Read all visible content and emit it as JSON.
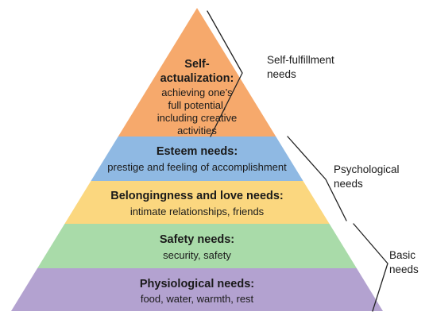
{
  "levels": [
    {
      "id": "self-actualization",
      "title_lines": [
        "Self-",
        "actualization:"
      ],
      "desc_lines": [
        "achieving one’s",
        "full potential,",
        "including creative",
        "activities"
      ],
      "color": "#F6A96C"
    },
    {
      "id": "esteem",
      "title_lines": [
        "Esteem needs:"
      ],
      "desc_lines": [
        "prestige and feeling of accomplishment"
      ],
      "color": "#8FB9E3"
    },
    {
      "id": "belongingness",
      "title_lines": [
        "Belongingness and love needs:"
      ],
      "desc_lines": [
        "intimate relationships, friends"
      ],
      "color": "#FBD77F"
    },
    {
      "id": "safety",
      "title_lines": [
        "Safety needs:"
      ],
      "desc_lines": [
        "security, safety"
      ],
      "color": "#A9DBA9"
    },
    {
      "id": "physiological",
      "title_lines": [
        "Physiological needs:"
      ],
      "desc_lines": [
        "food, water, warmth, rest"
      ],
      "color": "#B3A2D0"
    }
  ],
  "groups": [
    {
      "id": "self-fulfillment",
      "label_lines": [
        "Self-fulfillment",
        "needs"
      ]
    },
    {
      "id": "psychological",
      "label_lines": [
        "Psychological",
        "needs"
      ]
    },
    {
      "id": "basic",
      "label_lines": [
        "Basic",
        "needs"
      ]
    }
  ]
}
